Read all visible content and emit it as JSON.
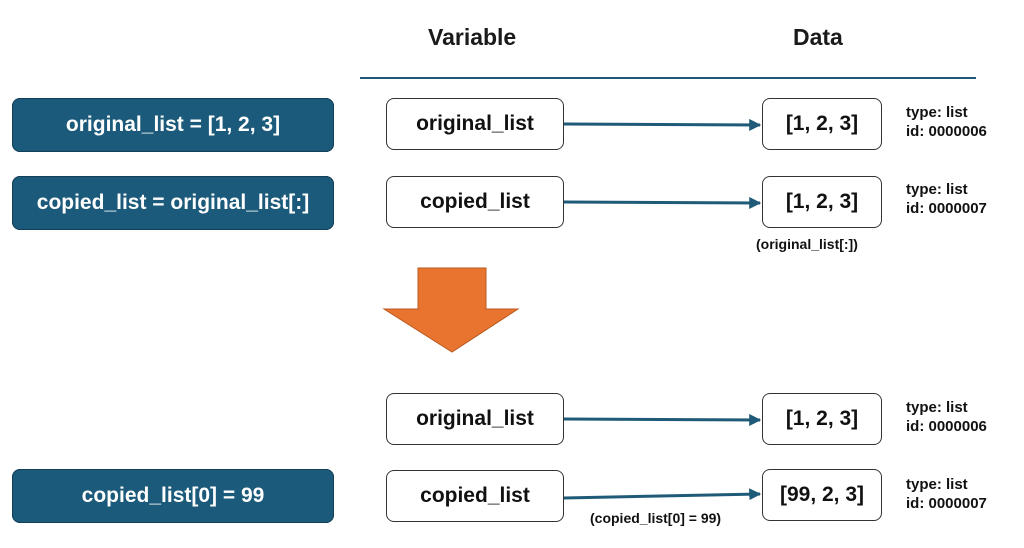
{
  "headers": {
    "variable": "Variable",
    "data": "Data"
  },
  "before": {
    "rows": [
      {
        "code": "original_list = [1, 2, 3]",
        "variable": "original_list",
        "value": "[1, 2, 3]",
        "type": "type: list",
        "id": "id: 0000006"
      },
      {
        "code": "copied_list = original_list[:]",
        "variable": "copied_list",
        "value": "[1, 2, 3]",
        "type": "type: list",
        "id": "id: 0000007",
        "note": "(original_list[:])"
      }
    ]
  },
  "after": {
    "rows": [
      {
        "variable": "original_list",
        "value": "[1, 2, 3]",
        "type": "type: list",
        "id": "id: 0000006"
      },
      {
        "code": "copied_list[0] = 99",
        "variable": "copied_list",
        "value": "[99, 2, 3]",
        "type": "type: list",
        "id": "id: 0000007",
        "note": "(copied_list[0] = 99)"
      }
    ]
  },
  "colors": {
    "code_box": "#1b5a7a",
    "arrow_line": "#1f5a78",
    "transition_arrow": "#e87430"
  },
  "icons": {
    "transition": "down-arrow-icon"
  }
}
